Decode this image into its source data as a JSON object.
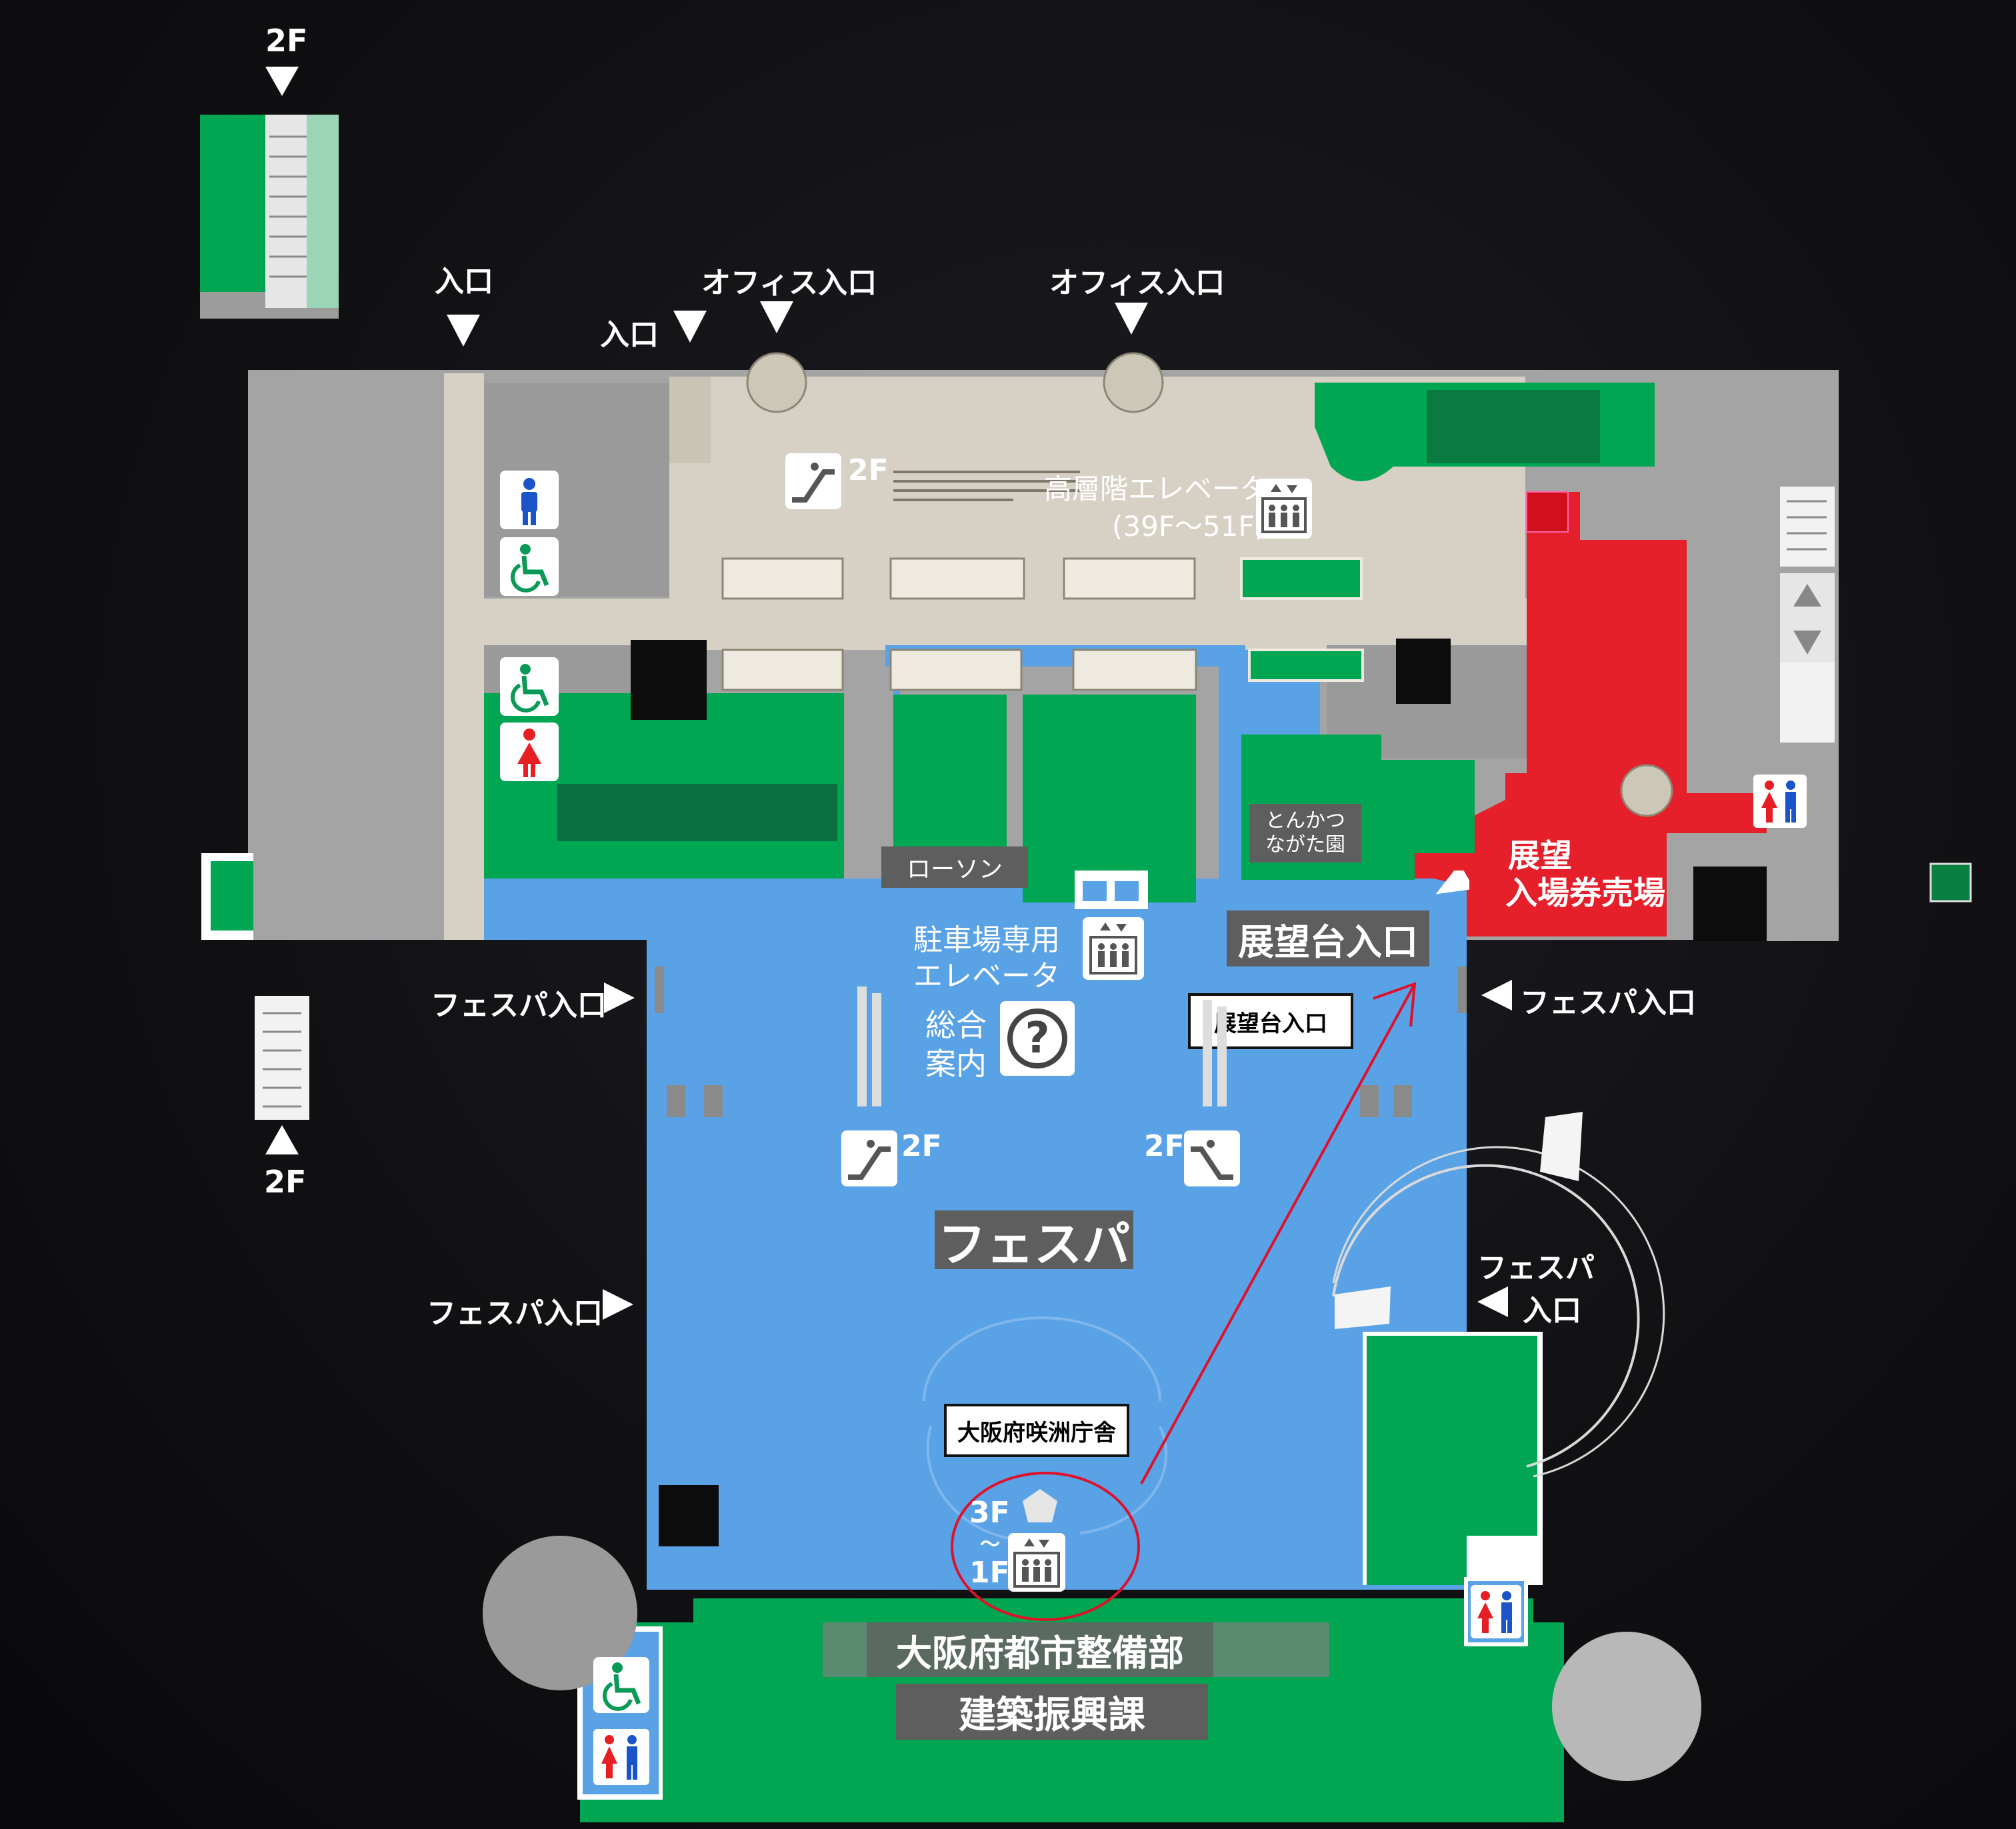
{
  "stairs_top_label": "2F",
  "stairs_bottom_label": "2F",
  "entrances": {
    "left_top": "入口",
    "left_mid": "入口",
    "office_1": "オフィス入口",
    "office_2": "オフィス入口",
    "fespa_left_1": "フェスパ入口",
    "fespa_left_2": "フェスパ入口",
    "fespa_right_1": "フェスパ入口",
    "fespa_right_2_line1": "フェスパ",
    "fespa_right_2_line2": "入口"
  },
  "escalators": {
    "top": "2F",
    "left": "2F",
    "right": "2F"
  },
  "high_elevator": {
    "line1": "高層階エレベータ",
    "line2": "(39F～51F)"
  },
  "parking_elevator": {
    "line1": "駐車場専用",
    "line2": "エレベータ"
  },
  "info": {
    "line1": "総合",
    "line2": "案内",
    "glyph": "?"
  },
  "lawson": "ローソン",
  "tonkatsu": {
    "line1": "とんかつ",
    "line2": "ながた園"
  },
  "observation_ticket": {
    "line1": "展望",
    "line2": "入場券売場"
  },
  "observation_entrance": "展望台入口",
  "callout_observation": "展望台入口",
  "fespa_title": "フェスパ",
  "callout_office": "大阪府咲洲庁舎",
  "elevator_floors": {
    "top": "3F",
    "mid": "〜",
    "bottom": "1F"
  },
  "dept_1": "大阪府都市整備部",
  "dept_2": "建築振興課",
  "colors": {
    "blue": "#5aa2e6",
    "green": "#00a651",
    "beige": "#d6d1c4",
    "gray": "#a6a6a6",
    "red": "#e5202a",
    "annotation": "#e0102a"
  },
  "icons": [
    "male-icon",
    "wheelchair-icon",
    "female-icon",
    "escalator-icon",
    "elevator-icon",
    "info-icon",
    "restroom-icon",
    "triangle-arrow-icon"
  ]
}
